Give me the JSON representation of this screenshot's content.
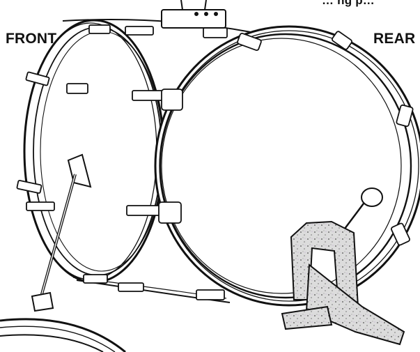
{
  "labels": {
    "front": "FRONT",
    "rear": "REAR",
    "top_partial": "… ng p…"
  },
  "colors": {
    "line": "#111111",
    "shell": "#ffffff",
    "pedal_fill": "#d9d9d9"
  }
}
